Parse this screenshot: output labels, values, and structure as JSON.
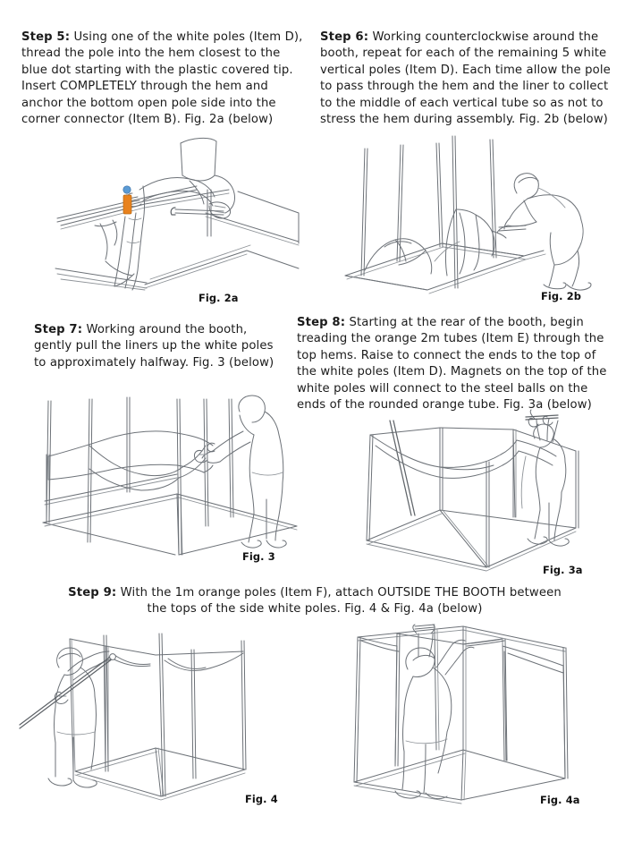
{
  "document": {
    "type": "assembly-instruction-page",
    "background_color": "#ffffff",
    "line_color": "#6d7278",
    "accent_orange": "#e8821e",
    "accent_blue": "#5b9bd5"
  },
  "steps": [
    {
      "id": "step-5",
      "label": "Step 5:",
      "body": " Using one of the white poles (Item D), thread the pole into the hem closest to the blue dot starting with the plastic covered tip.  Insert COMPLETELY through the hem and anchor the bottom open pole side into the corner connector (Item B). Fig. 2a (below)"
    },
    {
      "id": "step-6",
      "label": "Step 6:",
      "body": " Working counterclockwise around the booth, repeat for each of the remaining 5 white vertical poles (Item D). Each time allow the pole to pass through the hem and the liner to collect to the middle of each vertical tube so as not to stress the hem during assembly. Fig. 2b (below)"
    },
    {
      "id": "step-7",
      "label": "Step 7:",
      "body": " Working around the booth, gently pull the liners up the white poles to approximately halfway. Fig. 3 (below)"
    },
    {
      "id": "step-8",
      "label": "Step 8:",
      "body": " Starting at the rear of the booth, begin treading the orange 2m tubes (Item E) through the top hems. Raise to connect the ends to the top of the white poles (Item D). Magnets on the top of the white poles will connect to the steel balls on the ends of the rounded orange tube. Fig. 3a (below)"
    },
    {
      "id": "step-9",
      "label": "Step 9:",
      "body": " With the 1m orange poles (Item F), attach OUTSIDE THE BOOTH between the tops of the side white poles. Fig. 4 & Fig. 4a (below)"
    }
  ],
  "figures": [
    {
      "id": "fig-2a",
      "caption": "Fig. 2a",
      "description": "Hands threading a white pole through the liner hem near the blue dot marker and orange tag"
    },
    {
      "id": "fig-2b",
      "caption": "Fig. 2b",
      "description": "Person bending over booth base frame inserting vertical white poles, liner gathered at the bottom"
    },
    {
      "id": "fig-3",
      "caption": "Fig. 3",
      "description": "Person standing at right pulling the liners up the white poles to approximately halfway"
    },
    {
      "id": "fig-3a",
      "caption": "Fig. 3a",
      "description": "Person at the rear corner raising an orange 2m tube to connect to the top of the white poles"
    },
    {
      "id": "fig-4",
      "caption": "Fig. 4",
      "description": "Person holding a 1m orange pole outside the booth, attaching it between the tops of side white poles"
    },
    {
      "id": "fig-4a",
      "caption": "Fig. 4a",
      "description": "Person inside the assembled booth reaching up to a top corner connection"
    }
  ]
}
